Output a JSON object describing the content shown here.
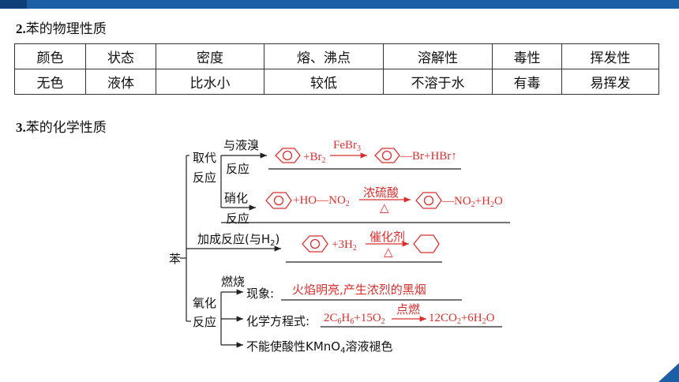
{
  "section2": {
    "num": "2.",
    "title": "苯的物理性质"
  },
  "table": {
    "headers": [
      "颜色",
      "状态",
      "密度",
      "熔、沸点",
      "溶解性",
      "毒性",
      "挥发性"
    ],
    "values": [
      "无色",
      "液体",
      "比水小",
      "较低",
      "不溶于水",
      "有毒",
      "易挥发"
    ]
  },
  "section3": {
    "num": "3.",
    "title": "苯的化学性质"
  },
  "diagram": {
    "root": "苯",
    "substitution": {
      "label_a": "取代",
      "label_b": "反应",
      "bromination": {
        "label": "与液溴",
        "label2": "反应",
        "reagent": "+Br",
        "reagent_sub": "2",
        "catalyst": "FeBr",
        "catalyst_sub": "3",
        "product": "—Br+HBr↑"
      },
      "nitration": {
        "label": "硝化",
        "label2": "反应",
        "reagent": "+HO—NO",
        "reagent_sub": "2",
        "condition": "浓硫酸",
        "heat": "△",
        "product": "—NO",
        "product_sub": "2",
        "product_tail": "+H",
        "product_tail_sub": "2",
        "product_end": "O"
      }
    },
    "addition": {
      "label": "加成反应(与H",
      "label_sub": "2",
      "label_end": ")",
      "reagent": "+3H",
      "reagent_sub": "2",
      "condition": "催化剂",
      "heat": "△"
    },
    "oxidation": {
      "label_a": "氧化",
      "label_b": "反应",
      "combustion": "燃烧",
      "phenomenon_label": "现象:",
      "phenomenon": "火焰明亮,产生浓烈的黑烟",
      "equation_label": "化学方程式:",
      "eq_part1": "2C",
      "eq_sub1": "6",
      "eq_part2": "H",
      "eq_sub2": "6",
      "eq_part3": "+15O",
      "eq_sub3": "2",
      "eq_condition": "点燃",
      "eq_part4": "12CO",
      "eq_sub4": "2",
      "eq_part5": "+6H",
      "eq_sub5": "2",
      "eq_part6": "O",
      "kmno4_a": "不能使酸性KMnO",
      "kmno4_sub": "4",
      "kmno4_b": "溶液褪色"
    }
  }
}
